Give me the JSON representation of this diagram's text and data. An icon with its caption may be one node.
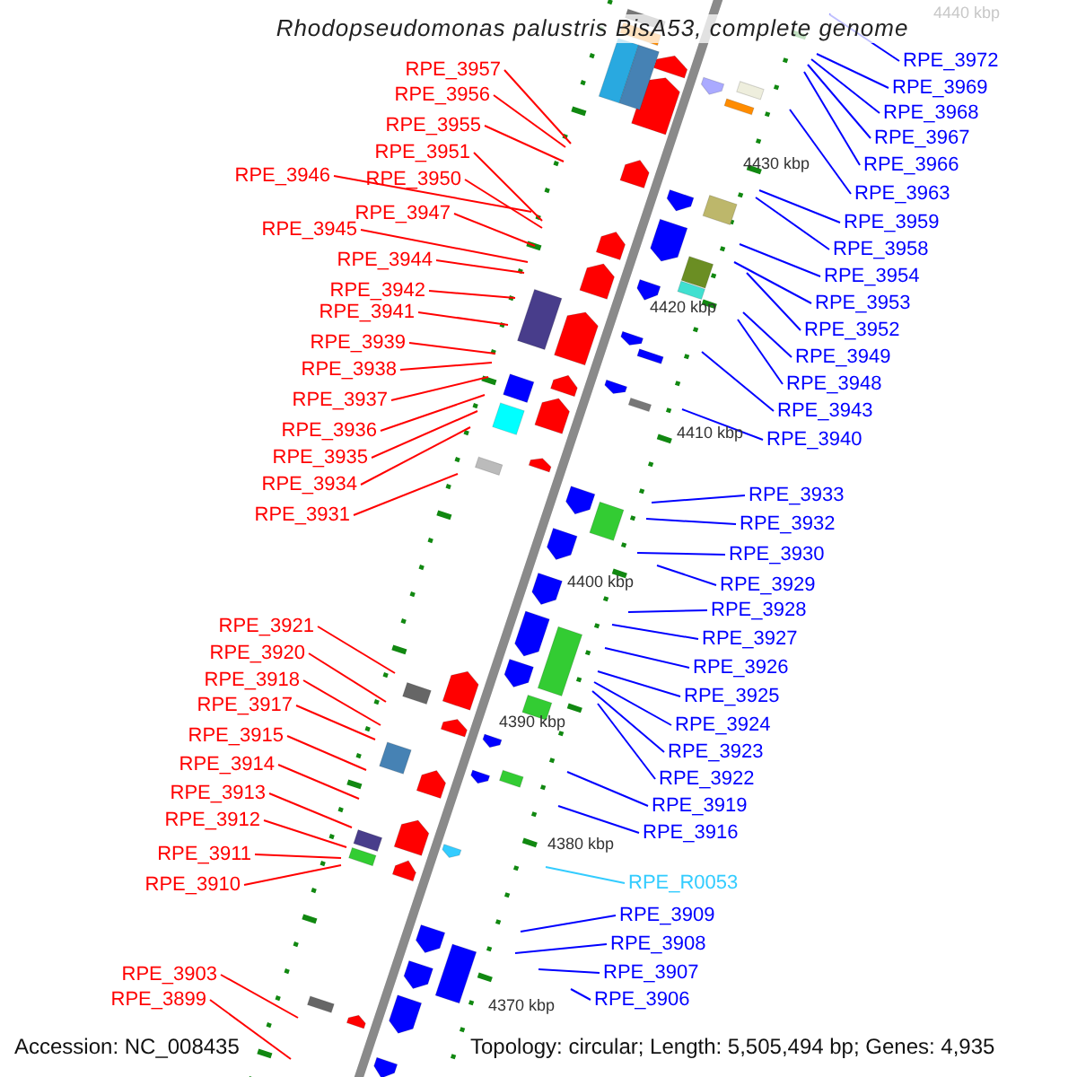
{
  "diagram": {
    "title": "Rhodopseudomonas palustris BisA53, complete genome",
    "nodes": [
      {
        "text": [
          "RPE_3957"
        ]
      },
      {
        "text": [
          "RPE_3956"
        ]
      },
      {
        "text": [
          "RPE_3955"
        ]
      },
      {
        "text": [
          "RPE_3951"
        ]
      },
      {
        "text": [
          "RPE_3950"
        ]
      },
      {
        "text": [
          "RPE_3946"
        ]
      },
      {
        "text": [
          "RPE_3945"
        ]
      },
      {
        "text": [
          "RPE_3947"
        ]
      },
      {
        "text": [
          "RPE_3944"
        ]
      },
      {
        "text": [
          "RPE_3942"
        ]
      },
      {
        "text": [
          "RPE_3941"
        ]
      },
      {
        "text": [
          "RPE_3939"
        ]
      },
      {
        "text": [
          "RPE_3938"
        ]
      },
      {
        "text": [
          "RPE_3937"
        ]
      },
      {
        "text": [
          "RPE_3936"
        ]
      },
      {
        "text": [
          "RPE_3935"
        ]
      },
      {
        "text": [
          "RPE_3934"
        ]
      },
      {
        "text": [
          "RPE_3931"
        ]
      },
      {
        "text": [
          "RPE_3921"
        ]
      },
      {
        "text": [
          "RPE_3920"
        ]
      },
      {
        "text": [
          "RPE_3918"
        ]
      },
      {
        "text": [
          "RPE_3917"
        ]
      },
      {
        "text": [
          "RPE_3915"
        ]
      },
      {
        "text": [
          "RPE_3914"
        ]
      },
      {
        "text": [
          "RPE_3913"
        ]
      },
      {
        "text": [
          "RPE_3912"
        ]
      },
      {
        "text": [
          "RPE_3911"
        ]
      },
      {
        "text": [
          "RPE_3910"
        ]
      },
      {
        "text": [
          "RPE_3903"
        ]
      },
      {
        "text": [
          "RPE_3899"
        ]
      },
      {
        "text": [
          "RPE_3972"
        ]
      },
      {
        "text": [
          "RPE_3969"
        ]
      },
      {
        "text": [
          "RPE_3968"
        ]
      },
      {
        "text": [
          "RPE_3967"
        ]
      },
      {
        "text": [
          "RPE_3966"
        ]
      },
      {
        "text": [
          "RPE_3963"
        ]
      },
      {
        "text": [
          "RPE_3959"
        ]
      },
      {
        "text": [
          "RPE_3958"
        ]
      },
      {
        "text": [
          "RPE_3954"
        ]
      },
      {
        "text": [
          "RPE_3953"
        ]
      },
      {
        "text": [
          "RPE_3952"
        ]
      },
      {
        "text": [
          "RPE_3949"
        ]
      },
      {
        "text": [
          "RPE_3948"
        ]
      },
      {
        "text": [
          "RPE_3943"
        ]
      },
      {
        "text": [
          "RPE_3940"
        ]
      },
      {
        "text": [
          "RPE_3933"
        ]
      },
      {
        "text": [
          "RPE_3932"
        ]
      },
      {
        "text": [
          "RPE_3930"
        ]
      },
      {
        "text": [
          "RPE_3929"
        ]
      },
      {
        "text": [
          "RPE_3928"
        ]
      },
      {
        "text": [
          "RPE_3927"
        ]
      },
      {
        "text": [
          "RPE_3926"
        ]
      },
      {
        "text": [
          "RPE_3925"
        ]
      },
      {
        "text": [
          "RPE_3924"
        ]
      },
      {
        "text": [
          "RPE_3923"
        ]
      },
      {
        "text": [
          "RPE_3922"
        ]
      },
      {
        "text": [
          "RPE_3919"
        ]
      },
      {
        "text": [
          "RPE_3916"
        ]
      },
      {
        "text": [
          "RPE_R0053"
        ]
      },
      {
        "text": [
          "RPE_3909"
        ]
      },
      {
        "text": [
          "RPE_3908"
        ]
      },
      {
        "text": [
          "RPE_3907"
        ]
      },
      {
        "text": [
          "RPE_3906"
        ]
      }
    ],
    "edges": [
      {
        "from": 0,
        "to": null,
        "arrow": "none",
        "color": "#ff0000"
      },
      {
        "from": 1,
        "to": null,
        "arrow": "none",
        "color": "#ff0000"
      },
      {
        "from": 2,
        "to": null,
        "arrow": "none",
        "color": "#ff0000"
      },
      {
        "from": 3,
        "to": null,
        "arrow": "none",
        "color": "#ff0000"
      },
      {
        "from": 4,
        "to": null,
        "arrow": "none",
        "color": "#ff0000"
      },
      {
        "from": 5,
        "to": null,
        "arrow": "none",
        "color": "#ff0000"
      },
      {
        "from": 6,
        "to": null,
        "arrow": "none",
        "color": "#ff0000"
      },
      {
        "from": 7,
        "to": null,
        "arrow": "none",
        "color": "#ff0000"
      },
      {
        "from": 8,
        "to": null,
        "arrow": "none",
        "color": "#ff0000"
      },
      {
        "from": 9,
        "to": null,
        "arrow": "none",
        "color": "#ff0000"
      },
      {
        "from": 10,
        "to": null,
        "arrow": "none",
        "color": "#ff0000"
      },
      {
        "from": 11,
        "to": null,
        "arrow": "none",
        "color": "#ff0000"
      },
      {
        "from": 12,
        "to": null,
        "arrow": "none",
        "color": "#ff0000"
      },
      {
        "from": 13,
        "to": null,
        "arrow": "none",
        "color": "#ff0000"
      },
      {
        "from": 14,
        "to": null,
        "arrow": "none",
        "color": "#ff0000"
      },
      {
        "from": 15,
        "to": null,
        "arrow": "none",
        "color": "#ff0000"
      },
      {
        "from": 16,
        "to": null,
        "arrow": "none",
        "color": "#ff0000"
      },
      {
        "from": 17,
        "to": null,
        "arrow": "none",
        "color": "#ff0000"
      },
      {
        "from": 18,
        "to": null,
        "arrow": "none",
        "color": "#ff0000"
      },
      {
        "from": 19,
        "to": null,
        "arrow": "none",
        "color": "#ff0000"
      },
      {
        "from": 20,
        "to": null,
        "arrow": "none",
        "color": "#ff0000"
      },
      {
        "from": 21,
        "to": null,
        "arrow": "none",
        "color": "#ff0000"
      },
      {
        "from": 22,
        "to": null,
        "arrow": "none",
        "color": "#ff0000"
      },
      {
        "from": 23,
        "to": null,
        "arrow": "none",
        "color": "#ff0000"
      },
      {
        "from": 24,
        "to": null,
        "arrow": "none",
        "color": "#ff0000"
      },
      {
        "from": 25,
        "to": null,
        "arrow": "none",
        "color": "#ff0000"
      },
      {
        "from": 26,
        "to": null,
        "arrow": "none",
        "color": "#ff0000"
      },
      {
        "from": 27,
        "to": null,
        "arrow": "none",
        "color": "#ff0000"
      },
      {
        "from": 28,
        "to": null,
        "arrow": "none",
        "color": "#ff0000"
      },
      {
        "from": 29,
        "to": null,
        "arrow": "none",
        "color": "#ff0000"
      },
      {
        "from": 30,
        "to": null,
        "arrow": "none"
      },
      {
        "from": 31,
        "to": null,
        "arrow": "none"
      },
      {
        "from": 32,
        "to": null,
        "arrow": "none"
      },
      {
        "from": 33,
        "to": null,
        "arrow": "none"
      },
      {
        "from": 34,
        "to": null,
        "arrow": "none"
      },
      {
        "from": 35,
        "to": null,
        "arrow": "none"
      },
      {
        "from": 36,
        "to": null,
        "arrow": "none"
      },
      {
        "from": 37,
        "to": null,
        "arrow": "none"
      },
      {
        "from": 38,
        "to": null,
        "arrow": "none"
      },
      {
        "from": 39,
        "to": null,
        "arrow": "none"
      },
      {
        "from": 40,
        "to": null,
        "arrow": "none"
      },
      {
        "from": 41,
        "to": null,
        "arrow": "none"
      },
      {
        "from": 42,
        "to": null,
        "arrow": "none"
      },
      {
        "from": 43,
        "to": null,
        "arrow": "none"
      },
      {
        "from": 44,
        "to": null,
        "arrow": "none"
      },
      {
        "from": 45,
        "to": null,
        "arrow": "none"
      },
      {
        "from": 46,
        "to": null,
        "arrow": "none"
      },
      {
        "from": 47,
        "to": null,
        "arrow": "none"
      },
      {
        "from": 48,
        "to": null,
        "arrow": "none"
      },
      {
        "from": 49,
        "to": null,
        "arrow": "none"
      },
      {
        "from": 50,
        "to": null,
        "arrow": "none"
      },
      {
        "from": 51,
        "to": null,
        "arrow": "none"
      },
      {
        "from": 52,
        "to": null,
        "arrow": "none"
      },
      {
        "from": 53,
        "to": null,
        "arrow": "none"
      },
      {
        "from": 54,
        "to": null,
        "arrow": "none"
      },
      {
        "from": 55,
        "to": null,
        "arrow": "none"
      },
      {
        "from": 56,
        "to": null,
        "arrow": "none"
      },
      {
        "from": 57,
        "to": null,
        "arrow": "none"
      },
      {
        "from": 58,
        "to": null,
        "arrow": "none",
        "color": "#33ccff"
      },
      {
        "from": 59,
        "to": null,
        "arrow": "none"
      },
      {
        "from": 60,
        "to": null,
        "arrow": "none"
      },
      {
        "from": 61,
        "to": null,
        "arrow": "none"
      },
      {
        "from": 62,
        "to": null,
        "arrow": "none"
      }
    ],
    "labels": [
      "4440 kbp",
      "4430 kbp",
      "4420 kbp",
      "4410 kbp",
      "4400 kbp",
      "4390 kbp",
      "4380 kbp",
      "4370 kbp",
      "Accession: NC_008435",
      "Topology: circular; Length: 5,505,494 bp; Genes: 4,935"
    ]
  }
}
